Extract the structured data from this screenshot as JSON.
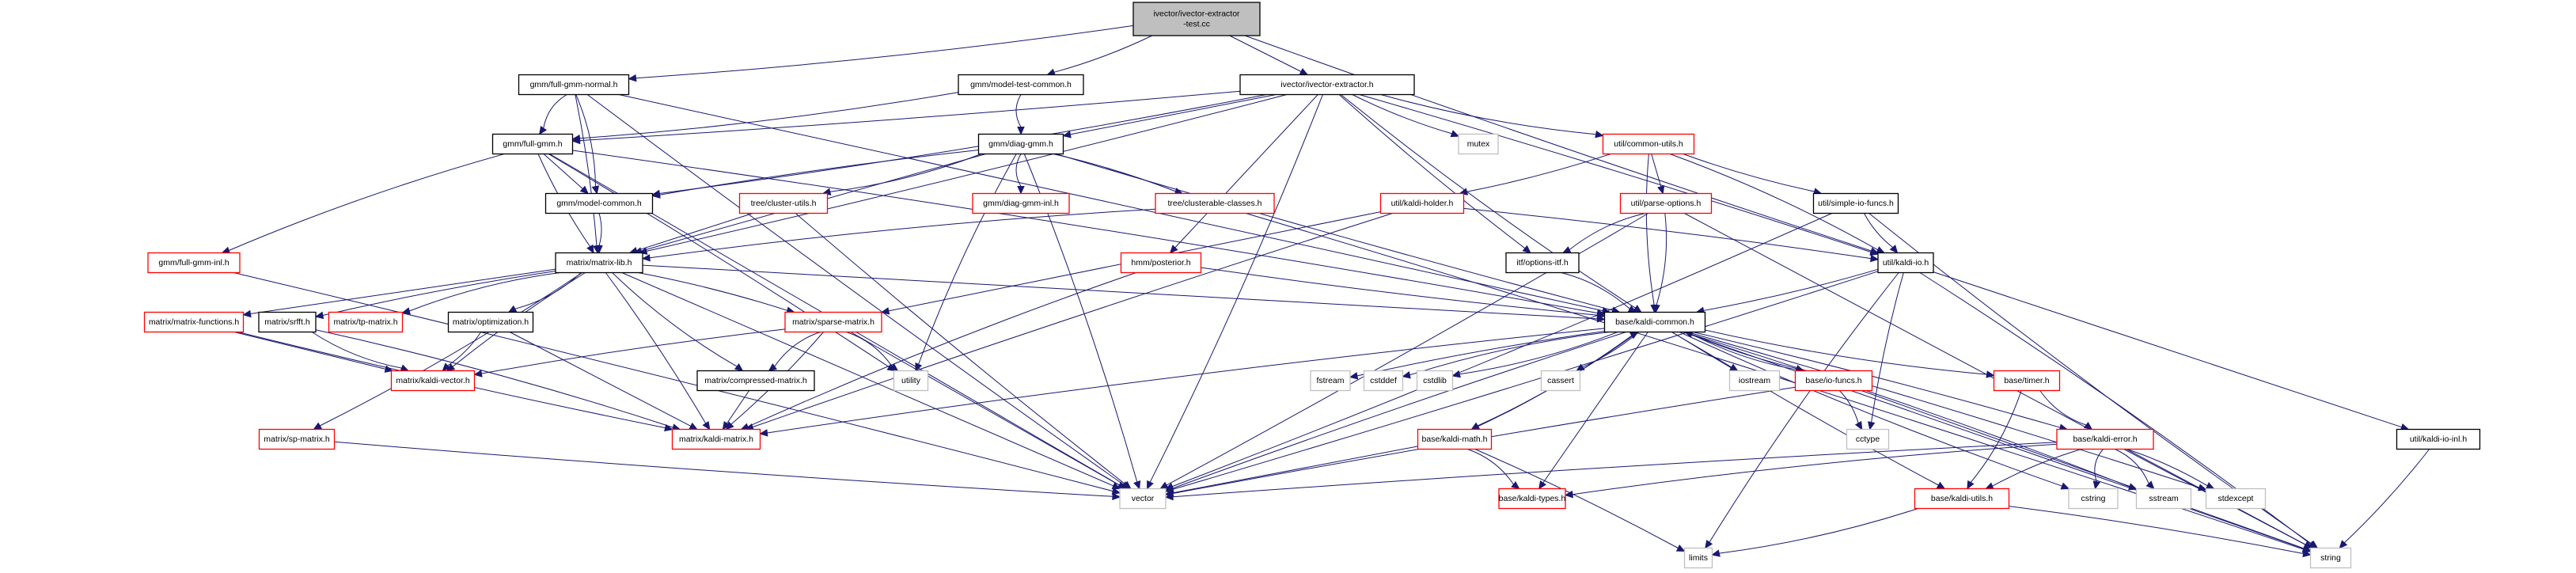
{
  "title": "ivector/ivector-extractor-test.cc include dependency graph",
  "colors": {
    "edge": "#191970",
    "internal_border": "#000000",
    "truncated_border": "#ff0000",
    "system_border": "#bfbfbf",
    "root_fill": "#bfbfbf"
  },
  "nodes": [
    {
      "id": "root",
      "label": "ivector/ivector-extractor\n-test.cc",
      "kind": "root"
    },
    {
      "id": "full_gmm_normal",
      "label": "gmm/full-gmm-normal.h",
      "kind": "internal"
    },
    {
      "id": "model_test_common",
      "label": "gmm/model-test-common.h",
      "kind": "internal"
    },
    {
      "id": "ivector_extractor",
      "label": "ivector/ivector-extractor.h",
      "kind": "internal"
    },
    {
      "id": "full_gmm",
      "label": "gmm/full-gmm.h",
      "kind": "internal"
    },
    {
      "id": "diag_gmm",
      "label": "gmm/diag-gmm.h",
      "kind": "internal"
    },
    {
      "id": "mutex",
      "label": "mutex",
      "kind": "system"
    },
    {
      "id": "common_utils",
      "label": "util/common-utils.h",
      "kind": "truncated"
    },
    {
      "id": "model_common",
      "label": "gmm/model-common.h",
      "kind": "internal"
    },
    {
      "id": "cluster_utils",
      "label": "tree/cluster-utils.h",
      "kind": "truncated"
    },
    {
      "id": "diag_gmm_inl",
      "label": "gmm/diag-gmm-inl.h",
      "kind": "truncated"
    },
    {
      "id": "clusterable_classes",
      "label": "tree/clusterable-classes.h",
      "kind": "truncated"
    },
    {
      "id": "kaldi_holder",
      "label": "util/kaldi-holder.h",
      "kind": "truncated"
    },
    {
      "id": "parse_options",
      "label": "util/parse-options.h",
      "kind": "truncated"
    },
    {
      "id": "simple_io_funcs",
      "label": "util/simple-io-funcs.h",
      "kind": "internal"
    },
    {
      "id": "full_gmm_inl",
      "label": "gmm/full-gmm-inl.h",
      "kind": "truncated"
    },
    {
      "id": "matrix_lib",
      "label": "matrix/matrix-lib.h",
      "kind": "internal"
    },
    {
      "id": "posterior",
      "label": "hmm/posterior.h",
      "kind": "truncated"
    },
    {
      "id": "options_itf",
      "label": "itf/options-itf.h",
      "kind": "internal"
    },
    {
      "id": "kaldi_io",
      "label": "util/kaldi-io.h",
      "kind": "internal"
    },
    {
      "id": "matrix_functions",
      "label": "matrix/matrix-functions.h",
      "kind": "truncated"
    },
    {
      "id": "srfft",
      "label": "matrix/srfft.h",
      "kind": "internal"
    },
    {
      "id": "tp_matrix",
      "label": "matrix/tp-matrix.h",
      "kind": "truncated"
    },
    {
      "id": "optimization",
      "label": "matrix/optimization.h",
      "kind": "internal"
    },
    {
      "id": "sparse_matrix",
      "label": "matrix/sparse-matrix.h",
      "kind": "truncated"
    },
    {
      "id": "kaldi_common",
      "label": "base/kaldi-common.h",
      "kind": "internal"
    },
    {
      "id": "kaldi_vector",
      "label": "matrix/kaldi-vector.h",
      "kind": "truncated"
    },
    {
      "id": "compressed_matrix",
      "label": "matrix/compressed-matrix.h",
      "kind": "internal"
    },
    {
      "id": "utility",
      "label": "utility",
      "kind": "system"
    },
    {
      "id": "fstream",
      "label": "fstream",
      "kind": "system"
    },
    {
      "id": "cstddef",
      "label": "cstddef",
      "kind": "system"
    },
    {
      "id": "cstdlib",
      "label": "cstdlib",
      "kind": "system"
    },
    {
      "id": "cassert",
      "label": "cassert",
      "kind": "system"
    },
    {
      "id": "iostream",
      "label": "iostream",
      "kind": "system"
    },
    {
      "id": "io_funcs",
      "label": "base/io-funcs.h",
      "kind": "truncated"
    },
    {
      "id": "timer",
      "label": "base/timer.h",
      "kind": "truncated"
    },
    {
      "id": "kaldi_io_inl",
      "label": "util/kaldi-io-inl.h",
      "kind": "internal"
    },
    {
      "id": "sp_matrix",
      "label": "matrix/sp-matrix.h",
      "kind": "truncated"
    },
    {
      "id": "kaldi_matrix",
      "label": "matrix/kaldi-matrix.h",
      "kind": "truncated"
    },
    {
      "id": "cctype",
      "label": "cctype",
      "kind": "system"
    },
    {
      "id": "kaldi_math",
      "label": "base/kaldi-math.h",
      "kind": "truncated"
    },
    {
      "id": "kaldi_error",
      "label": "base/kaldi-error.h",
      "kind": "truncated"
    },
    {
      "id": "vector",
      "label": "vector",
      "kind": "system"
    },
    {
      "id": "kaldi_types",
      "label": "base/kaldi-types.h",
      "kind": "truncated"
    },
    {
      "id": "kaldi_utils",
      "label": "base/kaldi-utils.h",
      "kind": "truncated"
    },
    {
      "id": "cstring",
      "label": "cstring",
      "kind": "system"
    },
    {
      "id": "sstream",
      "label": "sstream",
      "kind": "system"
    },
    {
      "id": "stdexcept",
      "label": "stdexcept",
      "kind": "system"
    },
    {
      "id": "limits",
      "label": "limits",
      "kind": "system"
    },
    {
      "id": "string",
      "label": "string",
      "kind": "system"
    }
  ],
  "edges": [
    [
      "root",
      "full_gmm_normal"
    ],
    [
      "root",
      "model_test_common"
    ],
    [
      "root",
      "ivector_extractor"
    ],
    [
      "root",
      "kaldi_io"
    ],
    [
      "full_gmm_normal",
      "full_gmm"
    ],
    [
      "full_gmm_normal",
      "model_common"
    ],
    [
      "full_gmm_normal",
      "matrix_lib"
    ],
    [
      "full_gmm_normal",
      "kaldi_common"
    ],
    [
      "full_gmm_normal",
      "vector"
    ],
    [
      "model_test_common",
      "diag_gmm"
    ],
    [
      "model_test_common",
      "full_gmm"
    ],
    [
      "ivector_extractor",
      "full_gmm"
    ],
    [
      "ivector_extractor",
      "diag_gmm"
    ],
    [
      "ivector_extractor",
      "mutex"
    ],
    [
      "ivector_extractor",
      "common_utils"
    ],
    [
      "ivector_extractor",
      "model_common"
    ],
    [
      "ivector_extractor",
      "matrix_lib"
    ],
    [
      "ivector_extractor",
      "posterior"
    ],
    [
      "ivector_extractor",
      "options_itf"
    ],
    [
      "ivector_extractor",
      "kaldi_common"
    ],
    [
      "ivector_extractor",
      "vector"
    ],
    [
      "ivector_extractor",
      "kaldi_io"
    ],
    [
      "full_gmm",
      "model_common"
    ],
    [
      "full_gmm",
      "matrix_lib"
    ],
    [
      "full_gmm",
      "full_gmm_inl"
    ],
    [
      "full_gmm",
      "kaldi_common"
    ],
    [
      "full_gmm",
      "utility"
    ],
    [
      "full_gmm",
      "vector"
    ],
    [
      "diag_gmm",
      "model_common"
    ],
    [
      "diag_gmm",
      "diag_gmm_inl"
    ],
    [
      "diag_gmm",
      "cluster_utils"
    ],
    [
      "diag_gmm",
      "clusterable_classes"
    ],
    [
      "diag_gmm",
      "matrix_lib"
    ],
    [
      "diag_gmm",
      "kaldi_common"
    ],
    [
      "diag_gmm",
      "utility"
    ],
    [
      "diag_gmm",
      "vector"
    ],
    [
      "common_utils",
      "kaldi_holder"
    ],
    [
      "common_utils",
      "parse_options"
    ],
    [
      "common_utils",
      "simple_io_funcs"
    ],
    [
      "common_utils",
      "kaldi_common"
    ],
    [
      "common_utils",
      "kaldi_io"
    ],
    [
      "model_common",
      "matrix_lib"
    ],
    [
      "cluster_utils",
      "matrix_lib"
    ],
    [
      "cluster_utils",
      "vector"
    ],
    [
      "clusterable_classes",
      "matrix_lib"
    ],
    [
      "clusterable_classes",
      "string"
    ],
    [
      "kaldi_holder",
      "kaldi_io"
    ],
    [
      "kaldi_holder",
      "sparse_matrix"
    ],
    [
      "kaldi_holder",
      "kaldi_matrix"
    ],
    [
      "parse_options",
      "options_itf"
    ],
    [
      "parse_options",
      "kaldi_common"
    ],
    [
      "parse_options",
      "vector"
    ],
    [
      "parse_options",
      "string"
    ],
    [
      "simple_io_funcs",
      "kaldi_io"
    ],
    [
      "simple_io_funcs",
      "string"
    ],
    [
      "simple_io_funcs",
      "vector"
    ],
    [
      "full_gmm_inl",
      "vector"
    ],
    [
      "matrix_lib",
      "matrix_functions"
    ],
    [
      "matrix_lib",
      "srfft"
    ],
    [
      "matrix_lib",
      "tp_matrix"
    ],
    [
      "matrix_lib",
      "optimization"
    ],
    [
      "matrix_lib",
      "sparse_matrix"
    ],
    [
      "matrix_lib",
      "kaldi_common"
    ],
    [
      "matrix_lib",
      "kaldi_vector"
    ],
    [
      "matrix_lib",
      "compressed_matrix"
    ],
    [
      "matrix_lib",
      "sp_matrix"
    ],
    [
      "matrix_lib",
      "kaldi_matrix"
    ],
    [
      "matrix_lib",
      "vector"
    ],
    [
      "posterior",
      "kaldi_common"
    ],
    [
      "posterior",
      "kaldi_matrix"
    ],
    [
      "options_itf",
      "kaldi_common"
    ],
    [
      "kaldi_io",
      "kaldi_common"
    ],
    [
      "kaldi_io",
      "kaldi_io_inl"
    ],
    [
      "kaldi_io",
      "cctype"
    ],
    [
      "kaldi_io",
      "limits"
    ],
    [
      "kaldi_io",
      "string"
    ],
    [
      "kaldi_io",
      "vector"
    ],
    [
      "matrix_functions",
      "kaldi_vector"
    ],
    [
      "matrix_functions",
      "kaldi_matrix"
    ],
    [
      "srfft",
      "kaldi_vector"
    ],
    [
      "srfft",
      "kaldi_matrix"
    ],
    [
      "optimization",
      "kaldi_vector"
    ],
    [
      "optimization",
      "kaldi_matrix"
    ],
    [
      "sparse_matrix",
      "kaldi_vector"
    ],
    [
      "sparse_matrix",
      "compressed_matrix"
    ],
    [
      "sparse_matrix",
      "utility"
    ],
    [
      "sparse_matrix",
      "kaldi_matrix"
    ],
    [
      "sparse_matrix",
      "vector"
    ],
    [
      "kaldi_common",
      "fstream"
    ],
    [
      "kaldi_common",
      "cstddef"
    ],
    [
      "kaldi_common",
      "cstdlib"
    ],
    [
      "kaldi_common",
      "cassert"
    ],
    [
      "kaldi_common",
      "iostream"
    ],
    [
      "kaldi_common",
      "io_funcs"
    ],
    [
      "kaldi_common",
      "timer"
    ],
    [
      "kaldi_common",
      "kaldi_math"
    ],
    [
      "kaldi_common",
      "kaldi_error"
    ],
    [
      "kaldi_common",
      "kaldi_types"
    ],
    [
      "kaldi_common",
      "kaldi_utils"
    ],
    [
      "kaldi_common",
      "cstring"
    ],
    [
      "kaldi_common",
      "sstream"
    ],
    [
      "kaldi_common",
      "stdexcept"
    ],
    [
      "kaldi_common",
      "string"
    ],
    [
      "kaldi_common",
      "vector"
    ],
    [
      "kaldi_common",
      "kaldi_matrix"
    ],
    [
      "io_funcs",
      "kaldi_common"
    ],
    [
      "io_funcs",
      "cctype"
    ],
    [
      "io_funcs",
      "string"
    ],
    [
      "io_funcs",
      "vector"
    ],
    [
      "timer",
      "kaldi_error"
    ],
    [
      "timer",
      "kaldi_utils"
    ],
    [
      "kaldi_io_inl",
      "string"
    ],
    [
      "compressed_matrix",
      "kaldi_matrix"
    ],
    [
      "sp_matrix",
      "vector"
    ],
    [
      "kaldi_math",
      "kaldi_common"
    ],
    [
      "kaldi_math",
      "kaldi_types"
    ],
    [
      "kaldi_math",
      "limits"
    ],
    [
      "kaldi_math",
      "vector"
    ],
    [
      "kaldi_error",
      "kaldi_utils"
    ],
    [
      "kaldi_error",
      "cstring"
    ],
    [
      "kaldi_error",
      "sstream"
    ],
    [
      "kaldi_error",
      "stdexcept"
    ],
    [
      "kaldi_error",
      "string"
    ],
    [
      "kaldi_error",
      "vector"
    ],
    [
      "kaldi_error",
      "kaldi_types"
    ],
    [
      "kaldi_utils",
      "limits"
    ],
    [
      "kaldi_utils",
      "string"
    ]
  ]
}
